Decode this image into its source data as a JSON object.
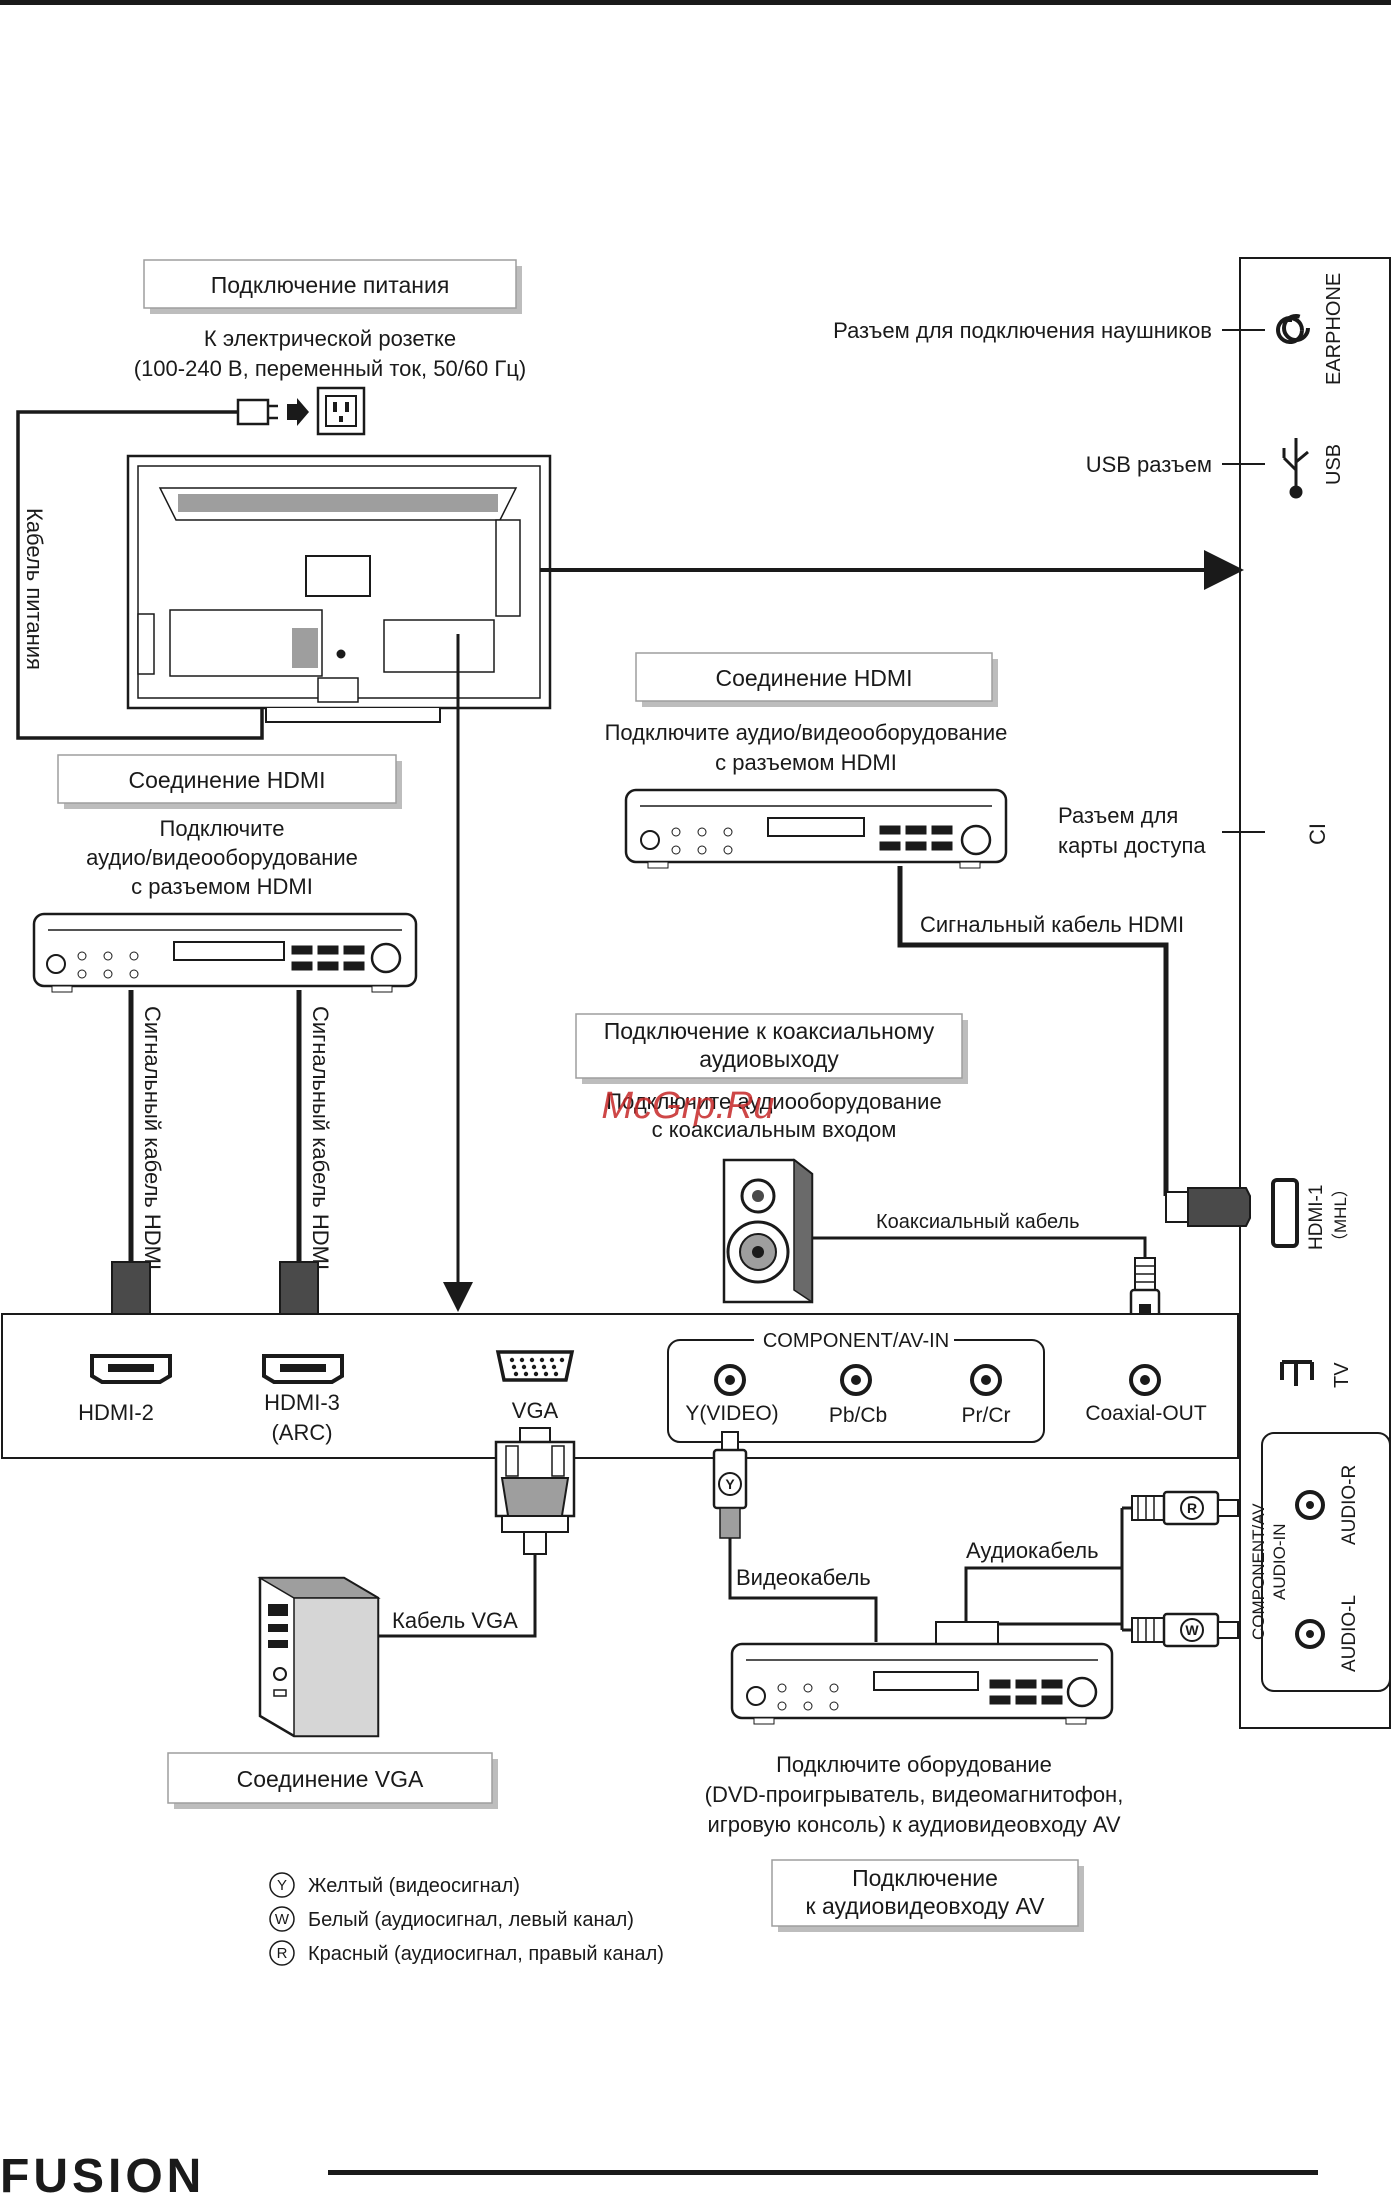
{
  "brand": {
    "logo_text": "FUSION"
  },
  "watermark": "McGrp.Ru",
  "boxes": {
    "power": "Подключение питания",
    "hdmi_right": "Соединение HDMI",
    "hdmi_left": "Соединение HDMI",
    "coax_line1": "Подключение к коаксиальному",
    "coax_line2": "аудиовыходу",
    "vga": "Соединение VGA",
    "av_line1": "Подключение",
    "av_line2": "к аудиовидеовходу AV"
  },
  "labels": {
    "outlet_line1": "К электрической розетке",
    "outlet_line2": "(100-240 В, переменный ток, 50/60 Гц)",
    "power_cable": "Кабель питания",
    "earphone_desc": "Разъем для подключения наушников",
    "usb_desc": "USB разъем",
    "ci_desc_line1": "Разъем для",
    "ci_desc_line2": "карты доступа",
    "hdmi_right_desc_line1": "Подключите аудио/видеооборудование",
    "hdmi_right_desc_line2": "с разъемом HDMI",
    "hdmi_left_desc_line1": "Подключите",
    "hdmi_left_desc_line2": "аудио/видеооборудование",
    "hdmi_left_desc_line3": "с разъемом HDMI",
    "hdmi_signal_cable": "Сигнальный кабель HDMI",
    "hdmi_cable_vertical_1": "Сигнальный кабель HDMI",
    "hdmi_cable_vertical_2": "Сигнальный кабель HDMI",
    "coax_desc_line1": "Подключите аудиооборудование",
    "coax_desc_line2": "с коаксиальным входом",
    "coax_cable": "Коаксиальный кабель",
    "vga_cable": "Кабель VGA",
    "video_cable": "Видеокабель",
    "audio_cable": "Аудиокабель",
    "av_desc_line1": "Подключите оборудование",
    "av_desc_line2": "(DVD-проигрыватель, видеомагнитофон,",
    "av_desc_line3": "игровую консоль) к аудиовидеовходу AV"
  },
  "ports": {
    "earphone": "EARPHONE",
    "usb": "USB",
    "ci": "CI",
    "hdmi1_line1": "HDMI-1",
    "hdmi1_line2": "（MHL）",
    "tv": "TV",
    "component_av_line1": "COMPONENT/AV",
    "component_av_line2": "AUDIO-IN",
    "audio_r": "AUDIO-R",
    "audio_l": "AUDIO-L",
    "hdmi2": "HDMI-2",
    "hdmi3_line1": "HDMI-3",
    "hdmi3_line2": "(ARC)",
    "vga": "VGA",
    "component_group": "COMPONENT/AV-IN",
    "y_video": "Y(VIDEO)",
    "pb": "Pb/Cb",
    "pr": "Pr/Cr",
    "coax_out": "Coaxial-OUT"
  },
  "plug_letters": {
    "y": "Y",
    "w": "W",
    "r": "R"
  },
  "legend": [
    {
      "letter": "Y",
      "text": "Желтый (видеосигнал)"
    },
    {
      "letter": "W",
      "text": "Белый (аудиосигнал, левый канал)"
    },
    {
      "letter": "R",
      "text": "Красный (аудиосигнал, правый канал)"
    }
  ]
}
